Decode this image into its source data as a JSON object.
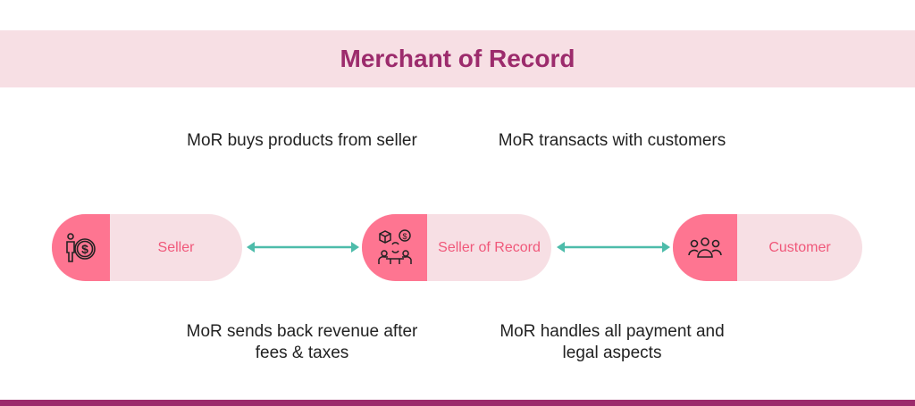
{
  "title": "Merchant of Record",
  "captions": {
    "top_left": "MoR buys products from seller",
    "top_right": "MoR transacts with customers",
    "bottom_left": "MoR sends back revenue after fees & taxes",
    "bottom_right": "MoR handles all payment and legal aspects"
  },
  "nodes": [
    {
      "label": "Seller",
      "icon": "person-dollar-icon"
    },
    {
      "label": "Seller of Record",
      "icon": "exchange-meeting-icon"
    },
    {
      "label": "Customer",
      "icon": "group-icon"
    }
  ],
  "colors": {
    "title": "#9c2b6c",
    "band": "#f7dfe4",
    "icon_bg": "#fe7591",
    "label": "#f0587a",
    "arrow": "#4dbcaa"
  }
}
